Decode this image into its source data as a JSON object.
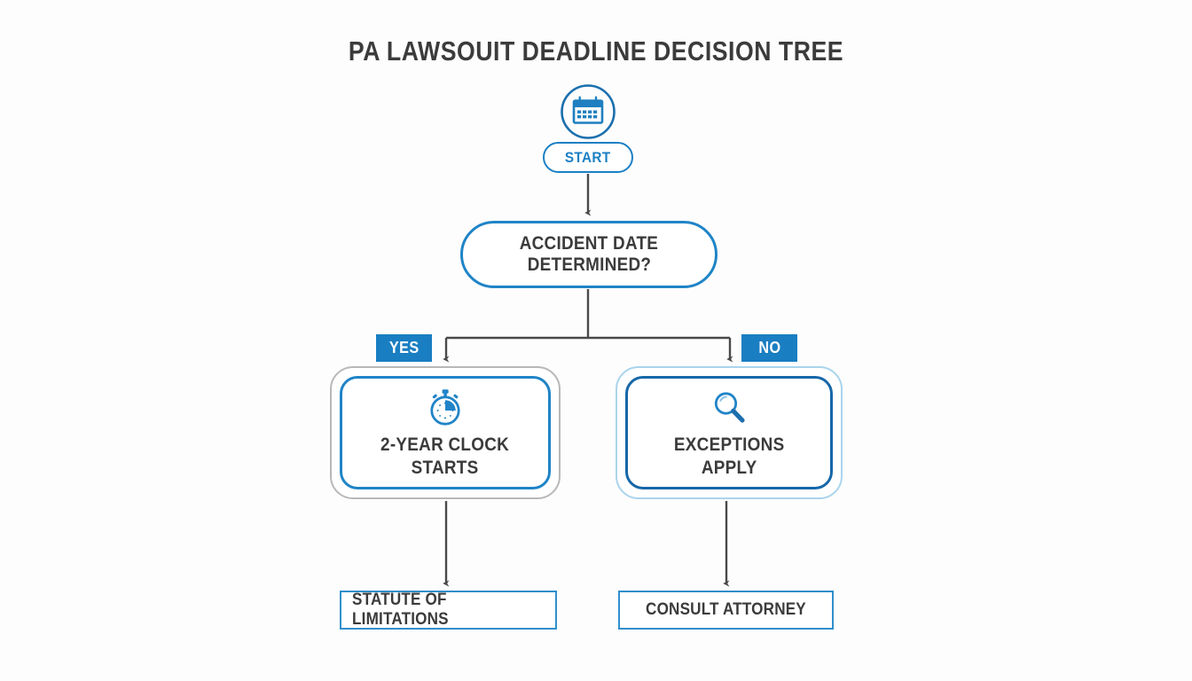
{
  "diagram": {
    "title": "PA LAWSOUIT DEADLINE DECISION TREE",
    "background_color": "#fdfdfd",
    "accent_blue": "#1a7ec2",
    "text_dark": "#3b3b3b",
    "connector_color": "#4a4a4a",
    "nodes": {
      "calendar_icon": {
        "icon": "calendar-icon",
        "color": "#1a6fae"
      },
      "start": {
        "label": "START",
        "shape": "pill",
        "border_color": "#1b7fc4",
        "text_color": "#1b7fc4"
      },
      "decision": {
        "line1": "ACCIDENT DATE",
        "line2": "DETERMINED?",
        "shape": "pill",
        "border_color": "#1f84c7"
      },
      "branch_yes": {
        "label": "YES",
        "badge_color": "#1a7ec2",
        "text_color": "#ffffff"
      },
      "branch_no": {
        "label": "NO",
        "badge_color": "#1a7ec2",
        "text_color": "#ffffff"
      },
      "outcome_left": {
        "icon": "stopwatch-icon",
        "line1": "2-YEAR CLOCK",
        "line2": "STARTS",
        "outer_border_color": "#b8b8b8",
        "inner_border_color": "#1f84c7"
      },
      "outcome_right": {
        "icon": "magnifier-icon",
        "line1": "EXCEPTIONS",
        "line2": "APPLY",
        "outer_border_color": "#aad4ed",
        "inner_border_color": "#1667a8"
      },
      "terminal_left": {
        "label": "STATUTE OF LIMITATIONS",
        "border_color": "#2f8fcc"
      },
      "terminal_right": {
        "label": "CONSULT ATTORNEY",
        "border_color": "#2f8fcc"
      }
    }
  }
}
